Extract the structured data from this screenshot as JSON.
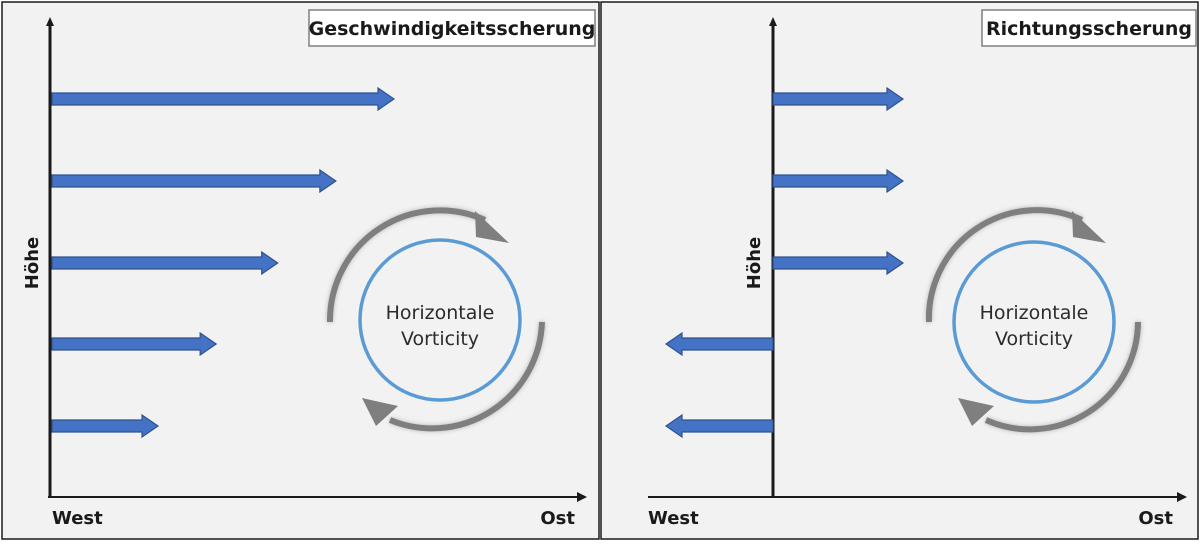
{
  "panels": [
    {
      "id": "speed-shear",
      "title": "Geschwindigkeitsscherung",
      "y_axis_label": "Höhe",
      "x_axis_left_label": "West",
      "x_axis_right_label": "Ost",
      "vorticity_label_line1": "Horizontale",
      "vorticity_label_line2": "Vorticity",
      "wind_arrows": [
        {
          "direction": "east",
          "relative_length": 1.0
        },
        {
          "direction": "east",
          "relative_length": 0.83
        },
        {
          "direction": "east",
          "relative_length": 0.66
        },
        {
          "direction": "east",
          "relative_length": 0.48
        },
        {
          "direction": "east",
          "relative_length": 0.31
        }
      ]
    },
    {
      "id": "directional-shear",
      "title": "Richtungsscherung",
      "y_axis_label": "Höhe",
      "x_axis_left_label": "West",
      "x_axis_right_label": "Ost",
      "vorticity_label_line1": "Horizontale",
      "vorticity_label_line2": "Vorticity",
      "wind_arrows": [
        {
          "direction": "east",
          "relative_length": 1.0
        },
        {
          "direction": "east",
          "relative_length": 1.0
        },
        {
          "direction": "east",
          "relative_length": 1.0
        },
        {
          "direction": "west",
          "relative_length": 1.0
        },
        {
          "direction": "west",
          "relative_length": 1.0
        }
      ]
    }
  ],
  "colors": {
    "panel_background": "#f2f2f2",
    "wind_arrow_fill": "#4472c4",
    "wind_arrow_stroke": "#2f528f",
    "vorticity_circle": "#5b9bd5",
    "rotation_arrows": "#7f7f7f",
    "axis": "#1a1a1a",
    "title_box_border": "#7f7f7f"
  }
}
